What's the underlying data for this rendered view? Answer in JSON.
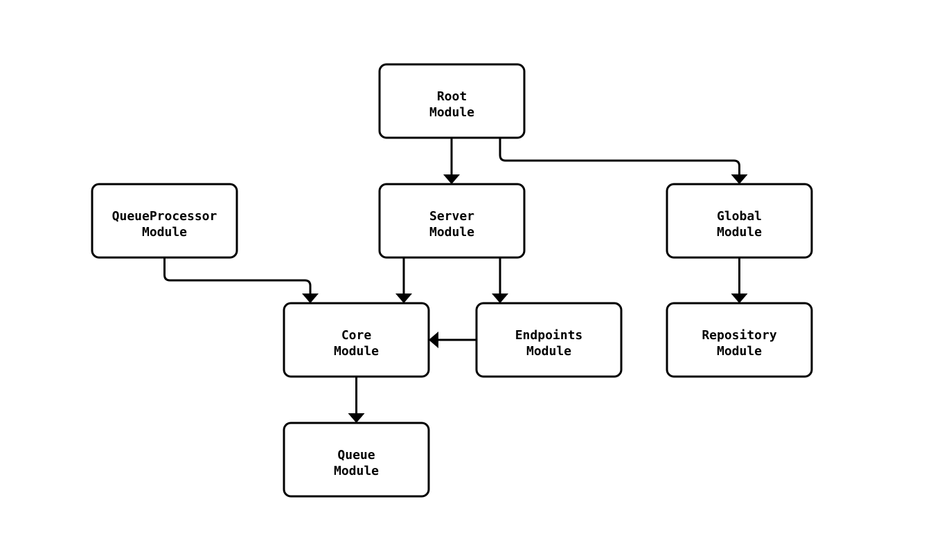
{
  "diagram": {
    "type": "module-dependency-flowchart",
    "background_color": "#ffffff",
    "node_fill_color": "#ffffff",
    "node_stroke_color": "#000000",
    "text_color": "#000000",
    "nodes": [
      {
        "id": "root",
        "label_line1": "Root",
        "label_line2": "Module"
      },
      {
        "id": "queueprocessor",
        "label_line1": "QueueProcessor",
        "label_line2": "Module"
      },
      {
        "id": "server",
        "label_line1": "Server",
        "label_line2": "Module"
      },
      {
        "id": "global",
        "label_line1": "Global",
        "label_line2": "Module"
      },
      {
        "id": "core",
        "label_line1": "Core",
        "label_line2": "Module"
      },
      {
        "id": "endpoints",
        "label_line1": "Endpoints",
        "label_line2": "Module"
      },
      {
        "id": "repository",
        "label_line1": "Repository",
        "label_line2": "Module"
      },
      {
        "id": "queue",
        "label_line1": "Queue",
        "label_line2": "Module"
      }
    ],
    "edges": [
      {
        "from": "Root Module",
        "to": "Server Module"
      },
      {
        "from": "Root Module",
        "to": "Global Module"
      },
      {
        "from": "QueueProcessor Module",
        "to": "Core Module"
      },
      {
        "from": "Server Module",
        "to": "Core Module"
      },
      {
        "from": "Server Module",
        "to": "Endpoints Module"
      },
      {
        "from": "Endpoints Module",
        "to": "Core Module"
      },
      {
        "from": "Global Module",
        "to": "Repository Module"
      },
      {
        "from": "Core Module",
        "to": "Queue Module"
      }
    ]
  }
}
